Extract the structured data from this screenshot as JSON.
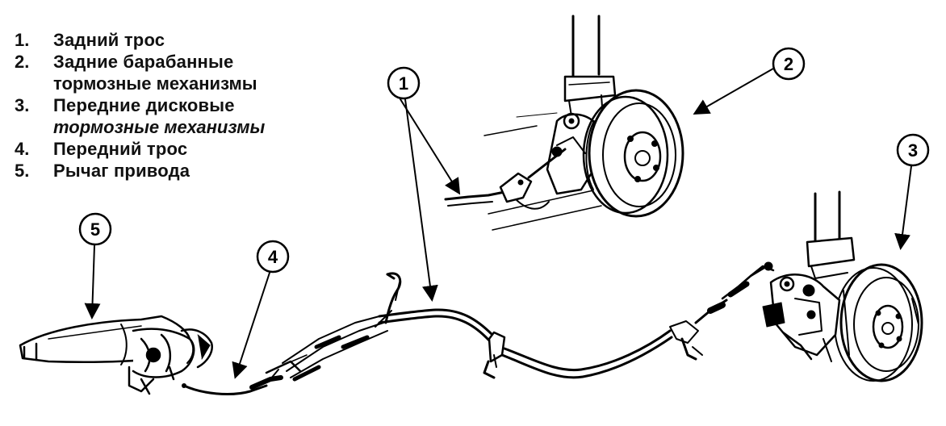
{
  "legend": {
    "items": [
      {
        "num": "1.",
        "lines": [
          "Задний трос"
        ]
      },
      {
        "num": "2.",
        "lines": [
          "Задние барабанные",
          "тормозные механизмы"
        ]
      },
      {
        "num": "3.",
        "lines": [
          "Передние дисковые",
          "тормозные механизмы"
        ]
      },
      {
        "num": "4.",
        "lines": [
          "Передний трос"
        ]
      },
      {
        "num": "5.",
        "lines": [
          "Рычаг привода"
        ]
      }
    ]
  },
  "callouts": {
    "c1": "1",
    "c2": "2",
    "c3": "3",
    "c4": "4",
    "c5": "5"
  }
}
